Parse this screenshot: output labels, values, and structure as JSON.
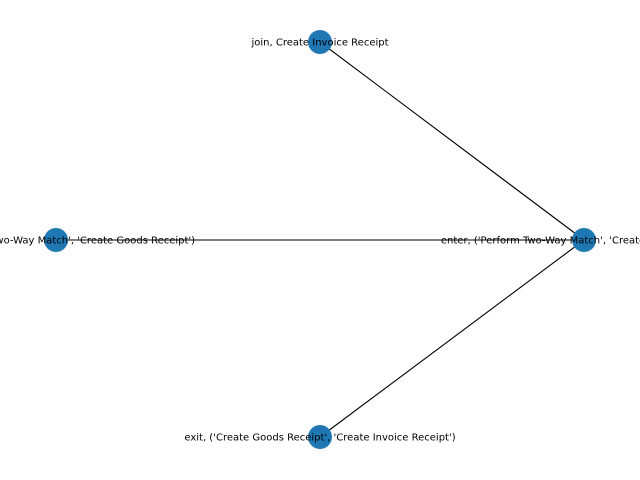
{
  "colors": {
    "node_fill": "#1f77b4",
    "edge_stroke": "#000000",
    "label_text": "#000000",
    "background": "#ffffff"
  },
  "graph": {
    "nodes": [
      {
        "id": "n_join",
        "label": "join, Create Invoice Receipt"
      },
      {
        "id": "n_left",
        "label": "exit, ('Perform Two-Way Match', 'Create Goods Receipt')"
      },
      {
        "id": "n_right",
        "label": "enter, ('Perform Two-Way Match', 'Create Goods Receipt')"
      },
      {
        "id": "n_exit",
        "label": "exit, ('Create Goods Receipt', 'Create Invoice Receipt')"
      }
    ],
    "edges": [
      {
        "from": "n_join",
        "to": "n_right"
      },
      {
        "from": "n_exit",
        "to": "n_right"
      },
      {
        "from": "n_right",
        "to": "n_left"
      }
    ]
  }
}
